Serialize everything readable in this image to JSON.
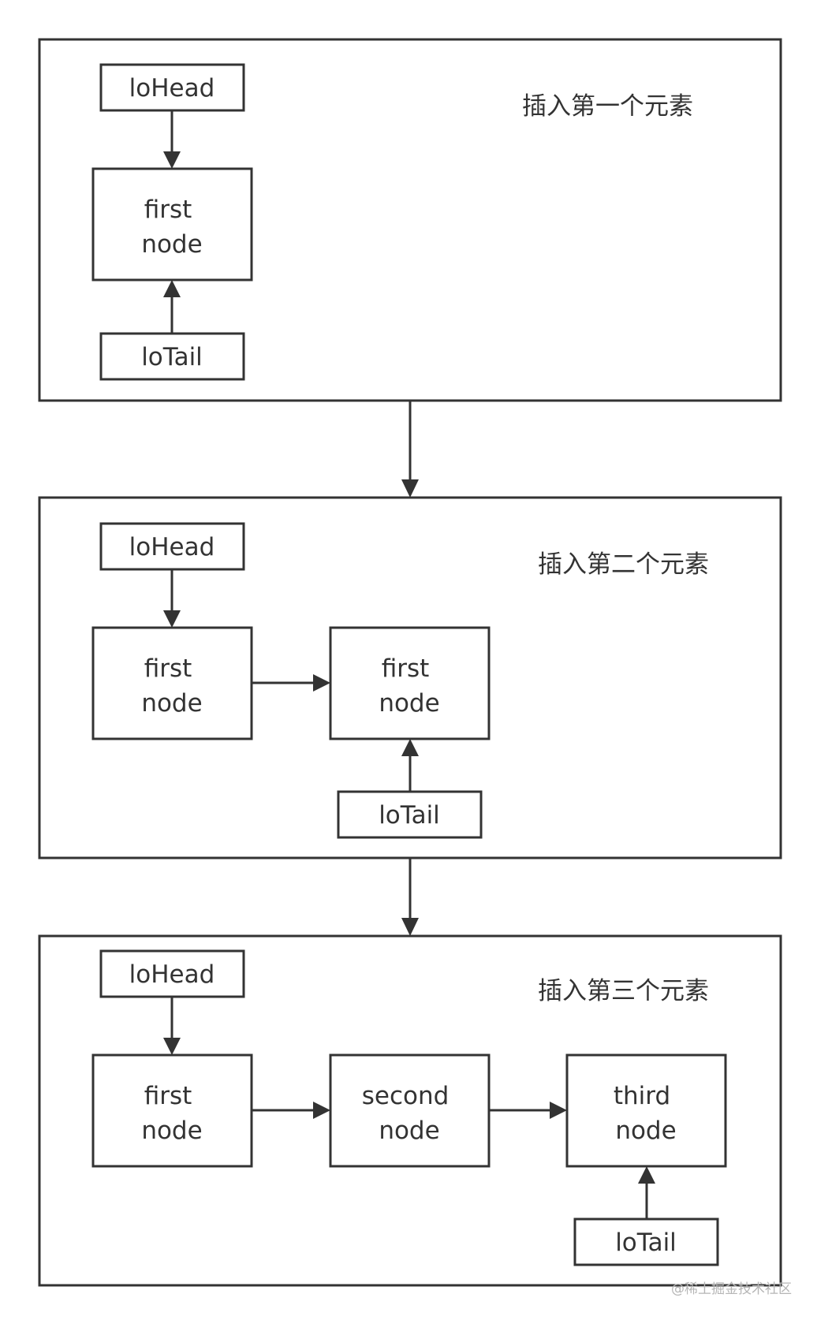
{
  "panels": [
    {
      "title": "插入第一个元素",
      "nodes": {
        "lohead": "loHead",
        "n1": [
          "first",
          "node"
        ],
        "lotail": "loTail"
      }
    },
    {
      "title": "插入第二个元素",
      "nodes": {
        "lohead": "loHead",
        "n1": [
          "first",
          "node"
        ],
        "n2": [
          "first",
          "node"
        ],
        "lotail": "loTail"
      }
    },
    {
      "title": "插入第三个元素",
      "nodes": {
        "lohead": "loHead",
        "n1": [
          "first",
          "node"
        ],
        "n2": [
          "second",
          "node"
        ],
        "n3": [
          "third",
          "node"
        ],
        "lotail": "loTail"
      }
    }
  ],
  "watermark": "@稀土掘金技术社区",
  "colors": {
    "stroke": "#333333",
    "text": "#333333",
    "background": "#ffffff",
    "watermark": "#b5b5b5"
  }
}
